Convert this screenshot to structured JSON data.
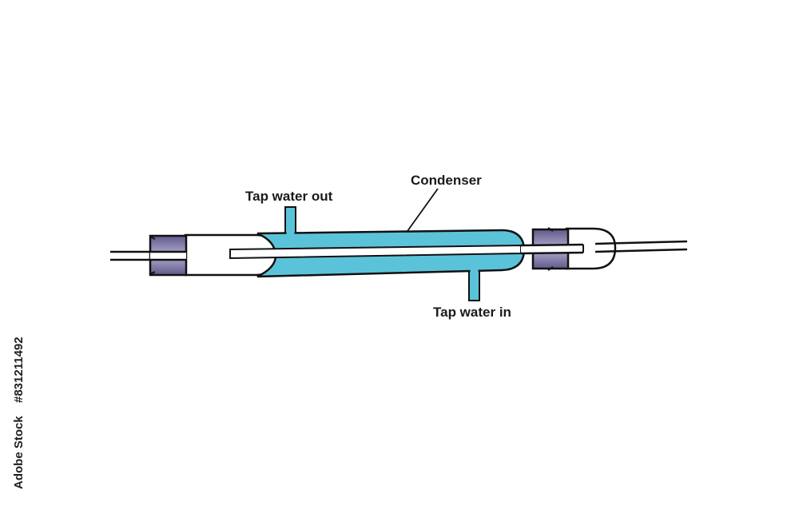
{
  "labels": {
    "condenser": "Condenser",
    "tap_water_out": "Tap water out",
    "tap_water_in": "Tap water in"
  },
  "watermark": {
    "brand": "Adobe Stock",
    "id": "#831211492"
  },
  "colors": {
    "water": "#5bc3d9",
    "stopper": "#5f5a8a",
    "stopper_light": "#b3aed1",
    "outline": "#111111",
    "tube_fill": "#ffffff"
  }
}
